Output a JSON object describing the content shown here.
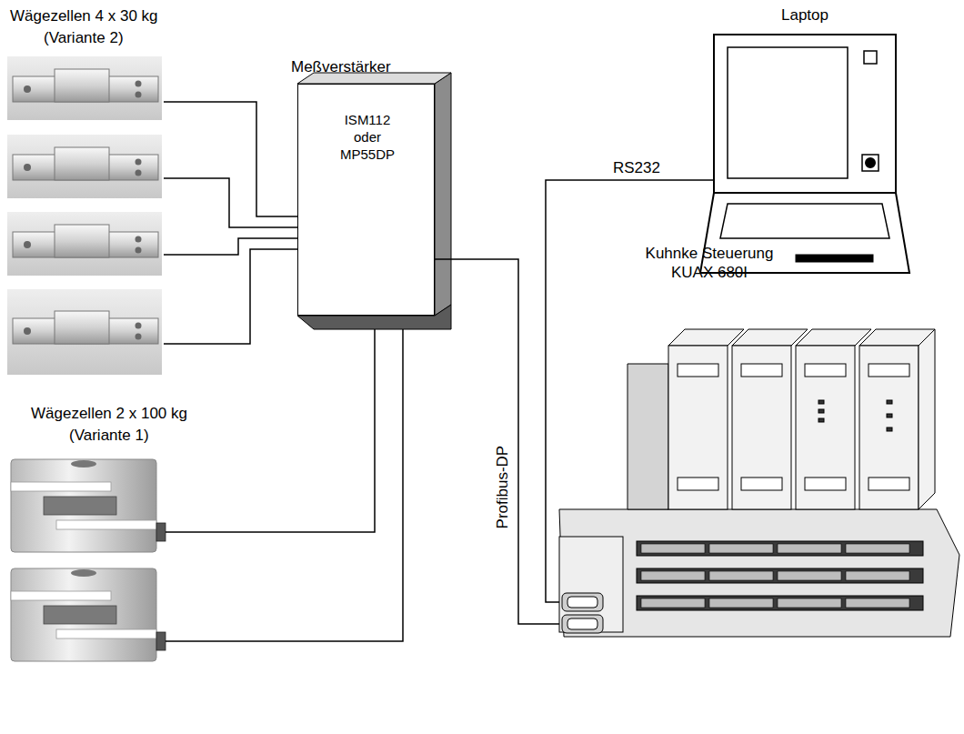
{
  "diagram": {
    "nodes": [
      {
        "text": [
          "Meßverstärker",
          "ISM112 oder MP55DP"
        ]
      },
      {
        "text": [
          "Laptop"
        ]
      },
      {
        "text": [
          "Kuhnke Steuerung KUAX 680I"
        ]
      }
    ],
    "edges": [
      {
        "from": 0,
        "to": 2,
        "label": "Profibus-DP",
        "arrow": "none"
      },
      {
        "from": 1,
        "to": 2,
        "label": "RS232",
        "arrow": "none"
      }
    ],
    "labels": [
      "Wägezellen 4 x 30 kg",
      "(Variante 2)",
      "Wägezellen 2 x 100 kg",
      "(Variante 1)"
    ]
  }
}
